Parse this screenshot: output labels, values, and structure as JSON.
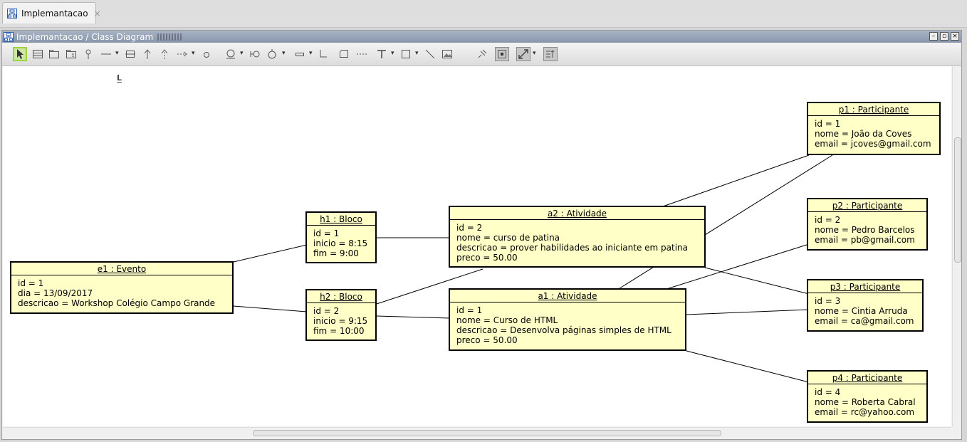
{
  "tabbar": {
    "tab_label": "Implemantacao",
    "close_glyph": "×",
    "icon": "class-diagram-icon"
  },
  "window": {
    "title": "Implemantacao / Class Diagram",
    "buttons": {
      "minimize": "–",
      "restore": "▫",
      "close": "×"
    }
  },
  "toolbar": {
    "tools": [
      "select-tool",
      "class-tool",
      "package-tool",
      "package-alt-tool",
      "instance-tool",
      "association-tool",
      "composition-tool",
      "generalization-tool",
      "realization-tool",
      "dependency-tool",
      "state-tool",
      "interface-tool",
      "required-interface-tool",
      "provided-interface-tool",
      "attribute-tool",
      "note-anchor-tool",
      "note-tool",
      "dashed-line-tool",
      "text-tool",
      "rectangle-tool",
      "line-tool",
      "image-tool",
      "pin-tool",
      "snap-tool",
      "autosize-tool",
      "layout-tool"
    ],
    "dropdown_glyph": "▾"
  },
  "diagram": {
    "marker": "L",
    "objects": [
      {
        "id": "e1",
        "header": "e1 : Evento",
        "lines": [
          "id = 1",
          "dia = 13/09/2017",
          "descricao = Workshop Colégio Campo Grande"
        ]
      },
      {
        "id": "h1",
        "header": "h1 : Bloco",
        "lines": [
          "id = 1",
          "inicio = 8:15",
          "fim = 9:00"
        ]
      },
      {
        "id": "h2",
        "header": "h2 : Bloco",
        "lines": [
          "id = 2",
          "inicio = 9:15",
          "fim = 10:00"
        ]
      },
      {
        "id": "a2",
        "header": "a2 : Atividade",
        "lines": [
          "id = 2",
          "nome = curso de patina",
          "descricao = prover habilidades ao iniciante em patina",
          "preco = 50.00"
        ]
      },
      {
        "id": "a1",
        "header": "a1 : Atividade",
        "lines": [
          "id = 1",
          "nome = Curso de HTML",
          "descricao = Desenvolva páginas simples de HTML",
          "preco = 50.00"
        ]
      },
      {
        "id": "p1",
        "header": "p1 : Participante",
        "lines": [
          "id = 1",
          "nome = João da Coves",
          "email = jcoves@gmail.com"
        ]
      },
      {
        "id": "p2",
        "header": "p2 : Participante",
        "lines": [
          "id = 2",
          "nome = Pedro Barcelos",
          "email = pb@gmail.com"
        ]
      },
      {
        "id": "p3",
        "header": "p3 : Participante",
        "lines": [
          "id = 3",
          "nome = Cintia Arruda",
          "email = ca@gmail.com"
        ]
      },
      {
        "id": "p4",
        "header": "p4 : Participante",
        "lines": [
          "id = 4",
          "nome = Roberta Cabral",
          "email = rc@yahoo.com"
        ]
      }
    ],
    "links": [
      [
        "e1",
        "h1"
      ],
      [
        "e1",
        "h2"
      ],
      [
        "h1",
        "a2"
      ],
      [
        "h2",
        "a2"
      ],
      [
        "h2",
        "a1"
      ],
      [
        "a2",
        "p1"
      ],
      [
        "a1",
        "p1"
      ],
      [
        "a1",
        "p2"
      ],
      [
        "a2",
        "p3"
      ],
      [
        "a1",
        "p3"
      ],
      [
        "a1",
        "p4"
      ]
    ]
  }
}
